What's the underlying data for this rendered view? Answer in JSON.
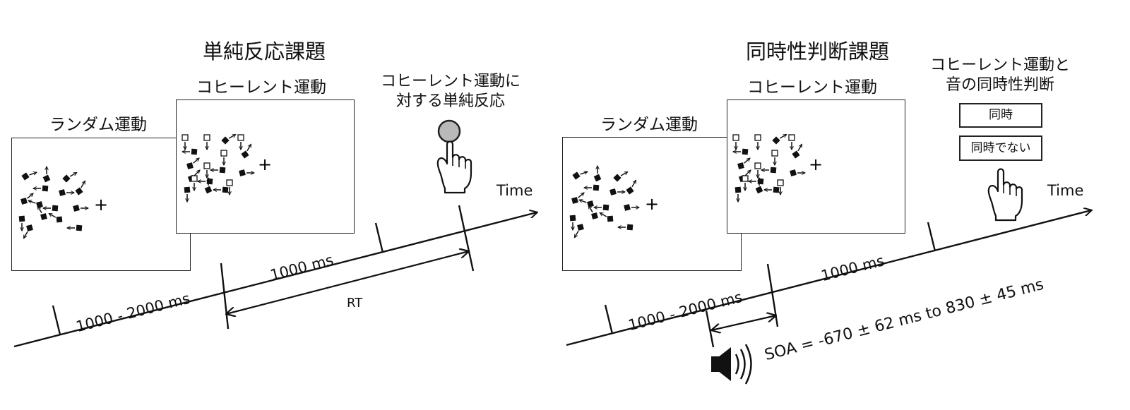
{
  "left": {
    "title": "単純反応課題",
    "random_label": "ランダム運動",
    "coherent_label": "コヒーレント運動",
    "response_line1": "コヒーレント運動に",
    "response_line2": "対する単純反応",
    "time_label": "Time",
    "interval_1": "1000 - 2000 ms",
    "interval_2": "1000 ms",
    "rt_label": "RT",
    "icons": [
      "button-icon",
      "hand-pointer-icon"
    ]
  },
  "right": {
    "title": "同時性判断課題",
    "random_label": "ランダム運動",
    "coherent_label": "コヒーレント運動",
    "response_line1": "コヒーレント運動と",
    "response_line2": "音の同時性判断",
    "choice_1": "同時",
    "choice_2": "同時でない",
    "time_label": "Time",
    "interval_1": "1000 - 2000 ms",
    "interval_2": "1000 ms",
    "soa_label": "SOA = -670 ± 62 ms to 830 ± 45 ms",
    "icons": [
      "hand-pointer-icon",
      "speaker-icon"
    ]
  },
  "fixation": "+"
}
